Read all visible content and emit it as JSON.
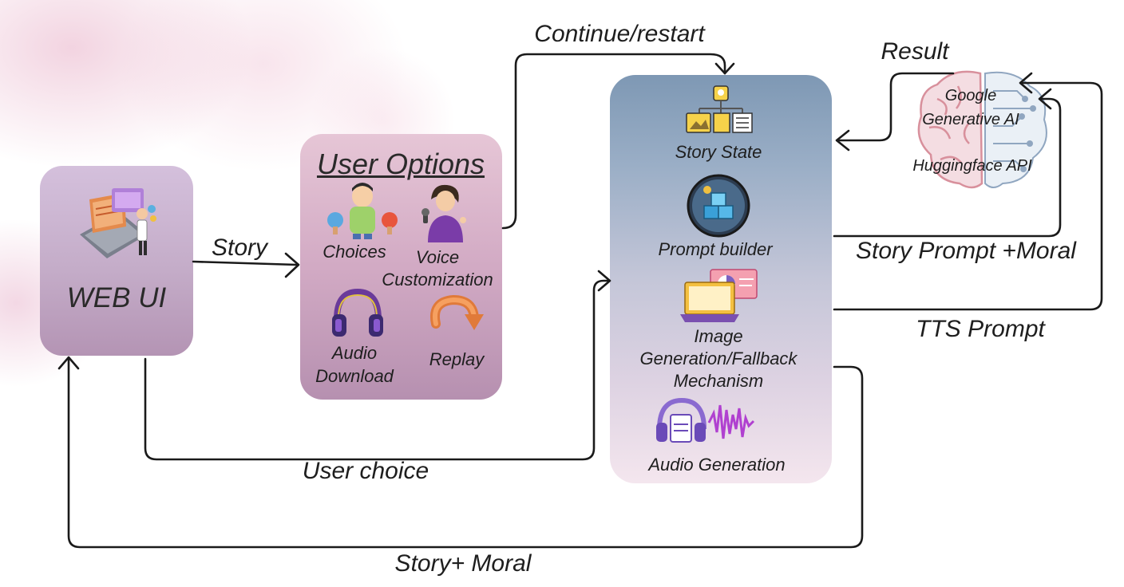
{
  "web_ui": {
    "label": "WEB UI"
  },
  "user_options": {
    "title": "User Options",
    "items": {
      "choices": "Choices",
      "voice_line1": "Voice",
      "voice_line2": "Customization",
      "audio_line1": "Audio",
      "audio_line2": "Download",
      "replay": "Replay"
    }
  },
  "pipeline": {
    "story_state": "Story State",
    "prompt_builder": "Prompt builder",
    "image_line1": "Image",
    "image_line2": "Generation/Fallback",
    "image_line3": "Mechanism",
    "audio_generation": "Audio Generation"
  },
  "ai": {
    "google_line1": "Google",
    "google_line2": "Generative AI",
    "huggingface": "Huggingface API"
  },
  "edges": {
    "story": "Story",
    "continue_restart": "Continue/restart",
    "result": "Result",
    "story_prompt_moral": "Story Prompt +Moral",
    "tts_prompt": "TTS Prompt",
    "user_choice": "User choice",
    "story_moral": "Story+ Moral"
  },
  "colors": {
    "pipeline_top": "#7e98b4",
    "pipeline_bottom": "#f4e6ee",
    "options_box": "#d2aac4",
    "webui_box": "#c4acc8",
    "arrow": "#1a1a1a"
  }
}
